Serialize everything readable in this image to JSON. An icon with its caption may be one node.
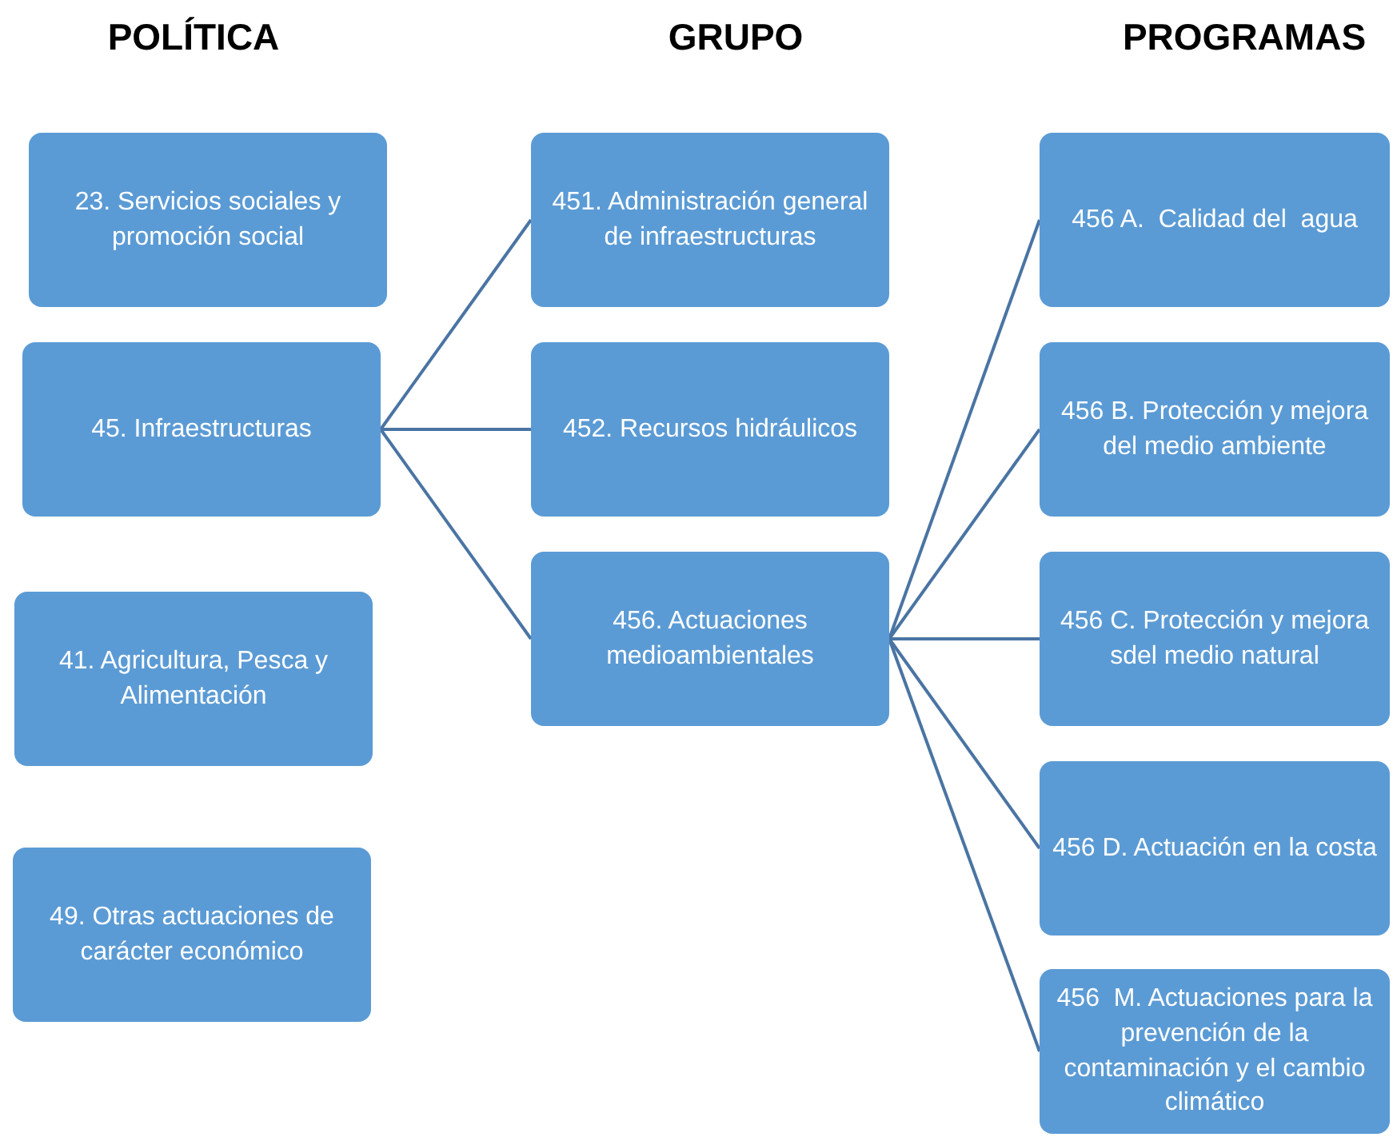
{
  "diagram": {
    "nodes": [
      {
        "text": [
          "23. Servicios sociales y promoción social"
        ]
      },
      {
        "text": [
          "45. Infraestructuras"
        ]
      },
      {
        "text": [
          "41. Agricultura, Pesca y Alimentación"
        ]
      },
      {
        "text": [
          "49. Otras actuaciones de carácter económico"
        ]
      },
      {
        "text": [
          "451. Administración general de infraestructuras"
        ]
      },
      {
        "text": [
          "452. Recursos hidráulicos"
        ]
      },
      {
        "text": [
          "456. Actuaciones medioambientales"
        ]
      },
      {
        "text": [
          "456 A.  Calidad del  agua"
        ]
      },
      {
        "text": [
          "456 B. Protección y mejora del medio ambiente"
        ]
      },
      {
        "text": [
          "456 C. Protección y mejora sdel medio natural"
        ]
      },
      {
        "text": [
          "456 D. Actuación en la costa"
        ]
      },
      {
        "text": [
          "456  M. Actuaciones para la prevención de la contaminación y el cambio climático"
        ]
      }
    ],
    "edges": [
      {
        "from": 1,
        "to": 4,
        "arrow": "none"
      },
      {
        "from": 1,
        "to": 5,
        "arrow": "none"
      },
      {
        "from": 1,
        "to": 6,
        "arrow": "none"
      },
      {
        "from": 6,
        "to": 7,
        "arrow": "none"
      },
      {
        "from": 6,
        "to": 8,
        "arrow": "none"
      },
      {
        "from": 6,
        "to": 9,
        "arrow": "none"
      },
      {
        "from": 6,
        "to": 10,
        "arrow": "none"
      },
      {
        "from": 6,
        "to": 11,
        "arrow": "none"
      }
    ],
    "labels": [
      "POLÍTICA",
      "GRUPO",
      "PROGRAMAS"
    ]
  }
}
